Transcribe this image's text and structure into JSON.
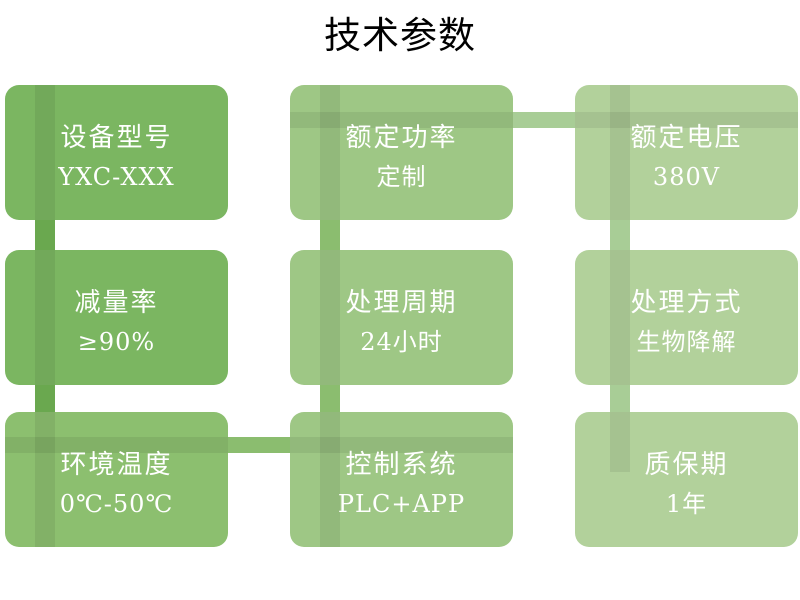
{
  "slide": {
    "title": "技术参数",
    "background": "#ffffff",
    "title_color": "#000000"
  },
  "palette": {
    "col1_card": "#7bb661",
    "col2_card": "#9ec785",
    "col3_card": "#b2d19b",
    "col1_connector": "#6aa84f",
    "col2_connector": "#8bbd6f",
    "col3_connector": "#a8cd96",
    "text": "#ffffff"
  },
  "cards": [
    {
      "id": "device-model",
      "label": "设备型号",
      "value": "YXC-XXX",
      "column": 1,
      "row": 1
    },
    {
      "id": "rated-power",
      "label": "额定功率",
      "value": "定制",
      "column": 2,
      "row": 1
    },
    {
      "id": "rated-voltage",
      "label": "额定电压",
      "value": "380V",
      "column": 3,
      "row": 1
    },
    {
      "id": "reduction-rate",
      "label": "减量率",
      "value": "≥90%",
      "column": 1,
      "row": 2
    },
    {
      "id": "treatment-cycle",
      "label": "处理周期",
      "value": "24小时",
      "column": 2,
      "row": 2
    },
    {
      "id": "treatment-method",
      "label": "处理方式",
      "value": "生物降解",
      "column": 3,
      "row": 2
    },
    {
      "id": "ambient-temperature",
      "label": "环境温度",
      "value": "0℃-50℃",
      "column": 1,
      "row": 3
    },
    {
      "id": "control-system",
      "label": "控制系统",
      "value": "PLC+APP",
      "column": 2,
      "row": 3
    },
    {
      "id": "warranty-period",
      "label": "质保期",
      "value": "1年",
      "column": 3,
      "row": 3
    }
  ],
  "connectors": [
    {
      "id": "conn-col1-row1-row2",
      "orientation": "vertical",
      "color": "#6aa84f"
    },
    {
      "id": "conn-col1-row2-row3",
      "orientation": "vertical",
      "color": "#6aa84f"
    },
    {
      "id": "conn-col2-row1-row2",
      "orientation": "vertical",
      "color": "#8bbd6f"
    },
    {
      "id": "conn-col2-row2-row3",
      "orientation": "vertical",
      "color": "#8bbd6f"
    },
    {
      "id": "conn-col3-row1-row2",
      "orientation": "vertical",
      "color": "#a8cd96"
    },
    {
      "id": "conn-col3-row2-row3",
      "orientation": "vertical",
      "color": "#a8cd96"
    },
    {
      "id": "conn-row1-col2-col3",
      "orientation": "horizontal",
      "color": "#a8cd96"
    },
    {
      "id": "conn-row3-col1-col2",
      "orientation": "horizontal",
      "color": "#8bbd6f"
    }
  ]
}
